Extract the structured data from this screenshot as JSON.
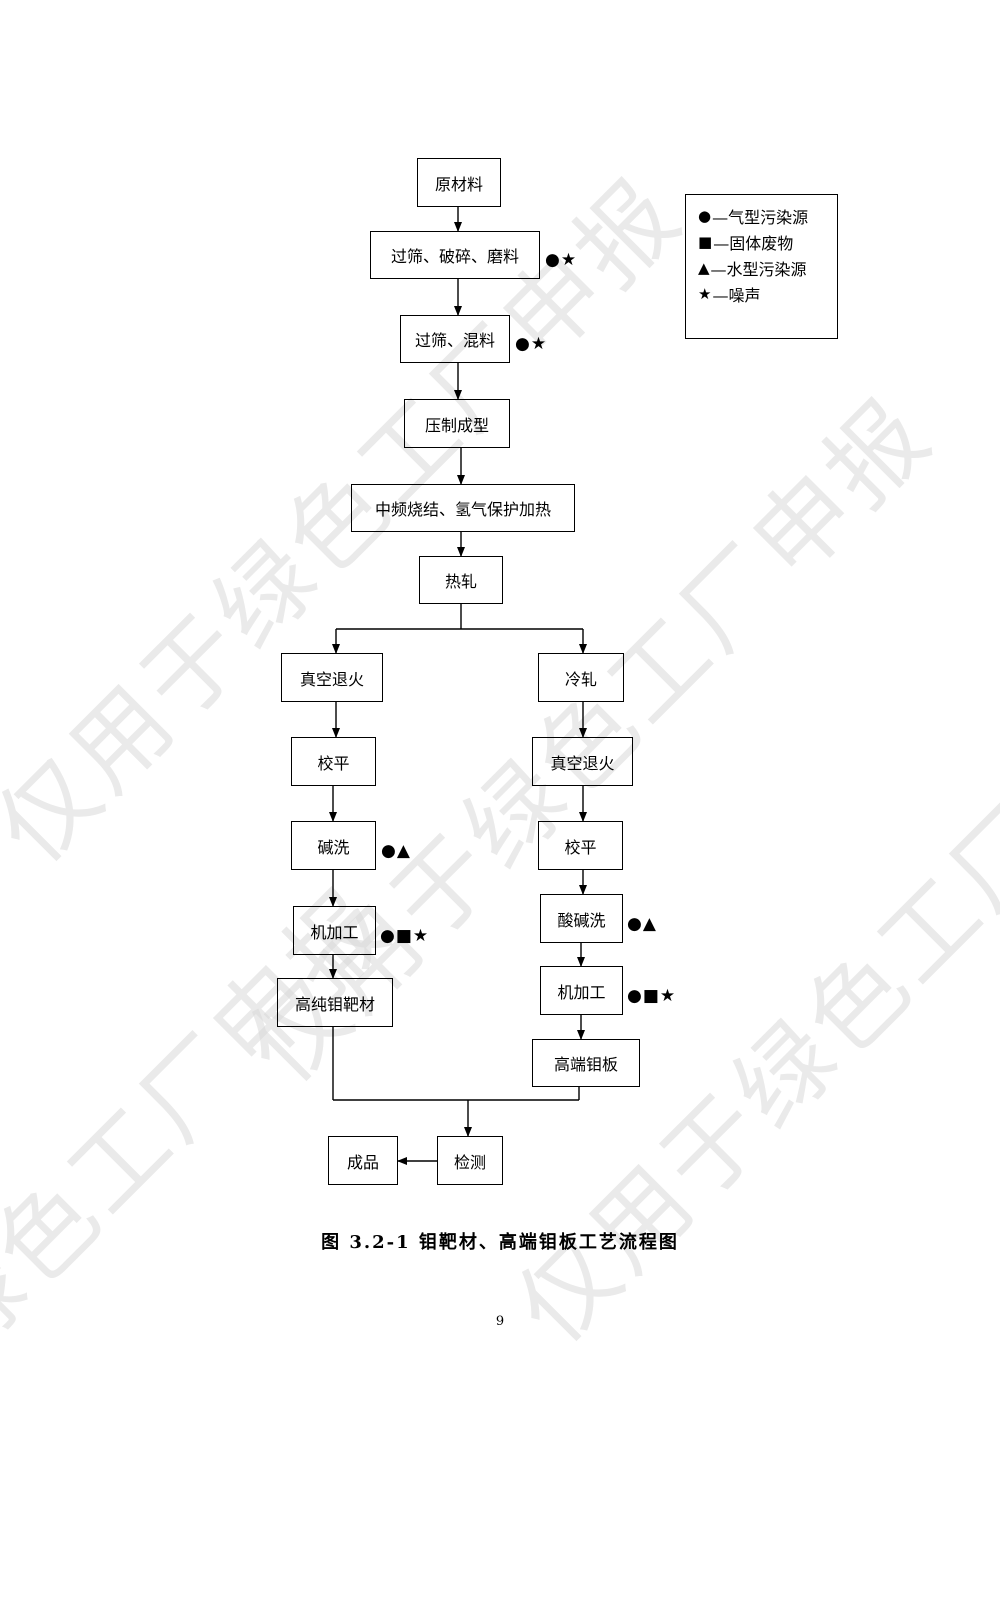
{
  "watermark": "仅用于绿色工厂申报",
  "nodes": {
    "raw_material": "原材料",
    "sieve_crush_grind": "过筛、破碎、磨料",
    "sieve_mix": "过筛、混料",
    "press_forming": "压制成型",
    "sintering": "中频烧结、氢气保护加热",
    "hot_rolling": "热轧",
    "left_vacuum_anneal": "真空退火",
    "left_leveling": "校平",
    "alkali_wash": "碱洗",
    "left_machining": "机加工",
    "high_purity_target": "高纯钼靶材",
    "cold_rolling": "冷轧",
    "right_vacuum_anneal": "真空退火",
    "right_leveling": "校平",
    "acid_alkali_wash": "酸碱洗",
    "right_machining": "机加工",
    "high_end_plate": "高端钼板",
    "inspection": "检测",
    "finished_product": "成品"
  },
  "marks": {
    "sieve_crush_grind": "●★",
    "sieve_mix": "●★",
    "alkali_wash": "●▲",
    "left_machining": "●■★",
    "acid_alkali_wash": "●▲",
    "right_machining": "●■★"
  },
  "legend": [
    {
      "symbol": "●",
      "label": "—气型污染源"
    },
    {
      "symbol": "■",
      "label": "—固体废物"
    },
    {
      "symbol": "▲",
      "label": "—水型污染源"
    },
    {
      "symbol": "★",
      "label": "—噪声"
    }
  ],
  "caption": "图 3.2-1  钼靶材、高端钼板工艺流程图",
  "page_number": "9"
}
